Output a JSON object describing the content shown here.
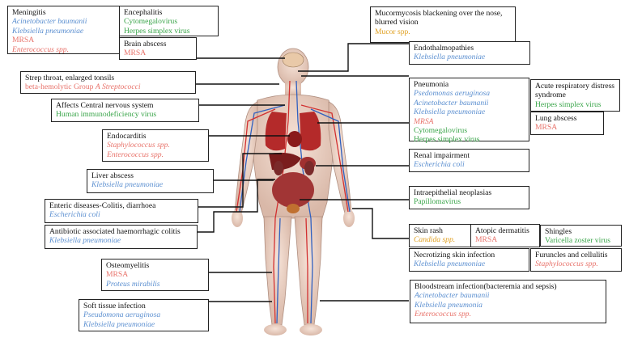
{
  "colors": {
    "blue": "#5b8fd0",
    "red": "#e8726a",
    "green": "#3aa54a",
    "orange": "#e0a020"
  },
  "boxes": {
    "meningitis": {
      "title": "Meningitis",
      "items": [
        "Acinetobacter baumanii",
        "Klebsiella pneumoniae",
        "MRSA",
        "Enterococcus spp."
      ]
    },
    "encephalitis": {
      "title": "Encephalitis",
      "items": [
        "Cytomegalovirus",
        "Herpes simplex virus"
      ]
    },
    "brain_abscess": {
      "title": "Brain abscess",
      "items": [
        "MRSA"
      ]
    },
    "strep_throat": {
      "title": "Strep throat, enlarged tonsils",
      "items": [
        "beta-hemolytic Group ",
        "A Streptococci"
      ]
    },
    "cns": {
      "title": "Affects Central nervous system",
      "items": [
        "Human immunodeficiency virus"
      ]
    },
    "endocarditis": {
      "title": "Endocarditis",
      "items": [
        "Staphylococcus spp.",
        "Enterococcus spp."
      ]
    },
    "liver_abscess": {
      "title": "Liver abscess",
      "items": [
        "Klebsiella pneumoniae"
      ]
    },
    "enteric": {
      "title": "Enteric diseases-Colitis, diarrhoea",
      "items": [
        "Escherichia coli"
      ]
    },
    "antibiotic_colitis": {
      "title": "Antibiotic associated haemorrhagic colitis",
      "items": [
        "Klebsiella pneumoniae"
      ]
    },
    "osteomyelitis": {
      "title": "Osteomyelitis",
      "items": [
        "MRSA",
        "Proteus mirabilis"
      ]
    },
    "soft_tissue": {
      "title": "Soft tissue infection",
      "items": [
        "Pseudomona aeruginosa",
        "Klebsiella pneumoniae"
      ]
    },
    "mucormycosis": {
      "title": "Mucormycosis blackening over the nose, blurred vision",
      "items": [
        "Mucor spp."
      ]
    },
    "endothalmopathies": {
      "title": "Endothalmopathies",
      "items": [
        "Klebsiella pneumoniae"
      ]
    },
    "pneumonia": {
      "title": "Pneumonia",
      "items": [
        "Psedomonas aeruginosa",
        "Acinetobacter baumanii",
        "Klebsiella pneumoniae",
        "MRSA",
        "Cytomegalovirus",
        "Herpes simplex virus"
      ]
    },
    "ards": {
      "title": "Acute respiratory distress syndrome",
      "items": [
        "Herpes simplex virus"
      ]
    },
    "lung_abscess": {
      "title": "Lung abscess",
      "items": [
        "MRSA"
      ]
    },
    "renal": {
      "title": "Renal impairment",
      "items": [
        "Escherichia coli"
      ]
    },
    "intraepithelial": {
      "title": "Intraepithelial neoplasias",
      "items": [
        "Papillomavirus"
      ]
    },
    "skin_rash": {
      "title": "Skin rash",
      "items": [
        "Candida spp."
      ]
    },
    "atopic": {
      "title": "Atopic dermatitis",
      "items": [
        "MRSA"
      ]
    },
    "shingles": {
      "title": "Shingles",
      "items": [
        "Varicella zoster virus"
      ]
    },
    "necrotizing": {
      "title": "Necrotizing skin infection",
      "items": [
        "Klebsiella pneumoniae"
      ]
    },
    "furuncles": {
      "title": "Furuncles and cellulitis",
      "items": [
        "Staphylococcus spp."
      ]
    },
    "bloodstream": {
      "title": "Bloodstream infection(bacteremia and sepsis)",
      "items": [
        "Acinetobacter baumanii",
        "Klebsiella pneumonia",
        "Enterococcus spp."
      ]
    }
  }
}
